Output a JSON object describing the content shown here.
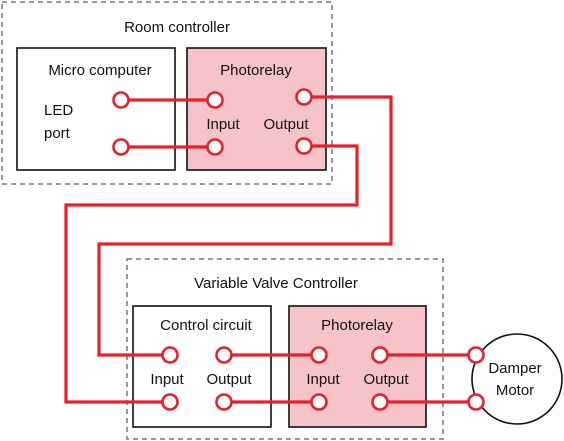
{
  "room_controller": {
    "title": "Room controller",
    "micro_computer": {
      "title": "Micro computer",
      "port_label_line1": "LED",
      "port_label_line2": "port"
    },
    "photorelay": {
      "title": "Photorelay",
      "input_label": "Input",
      "output_label": "Output"
    }
  },
  "valve_controller": {
    "title": "Variable Valve Controller",
    "control_circuit": {
      "title": "Control circuit",
      "input_label": "Input",
      "output_label": "Output"
    },
    "photorelay": {
      "title": "Photorelay",
      "input_label": "Input",
      "output_label": "Output"
    }
  },
  "damper_motor": {
    "line1": "Damper",
    "line2": "Motor"
  },
  "colors": {
    "wire": "#e8202a",
    "photorelay_fill": "#f6c4c8",
    "box_stroke": "#111111",
    "dashed_stroke": "#777777"
  }
}
